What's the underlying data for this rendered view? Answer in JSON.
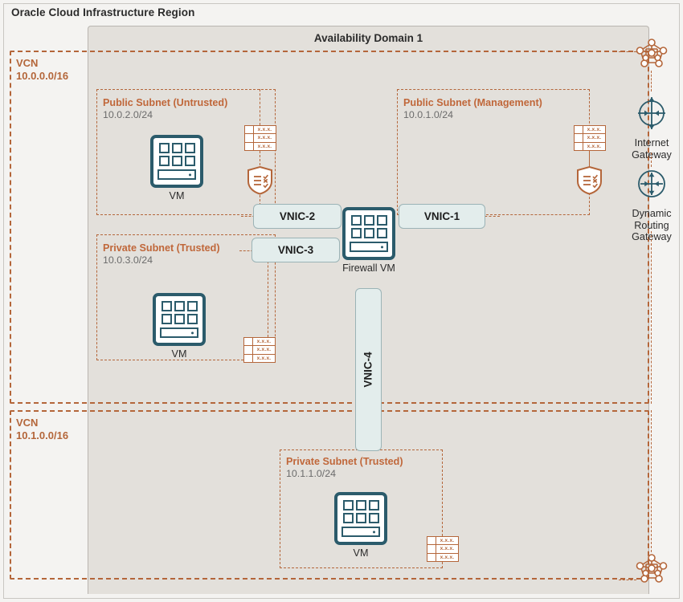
{
  "region": {
    "title": "Oracle Cloud Infrastructure Region"
  },
  "availability_domain": {
    "title": "Availability Domain 1"
  },
  "colors": {
    "accent_orange": "#b4663a",
    "subnet_title": "#c0673a",
    "teal": "#2b5b6b",
    "vnic_fill": "#e3edec",
    "ad_fill": "#e3e0db",
    "region_fill": "#f4f3f1"
  },
  "vcns": [
    {
      "name": "VCN",
      "cidr": "10.0.0.0/16"
    },
    {
      "name": "VCN",
      "cidr": "10.1.0.0/16"
    }
  ],
  "subnets": [
    {
      "name": "Public Subnet (Untrusted)",
      "cidr": "10.0.2.0/24",
      "vm_label": "VM"
    },
    {
      "name": "Public Subnet (Management)",
      "cidr": "10.0.1.0/24",
      "vm_label": null
    },
    {
      "name": "Private Subnet (Trusted)",
      "cidr": "10.0.3.0/24",
      "vm_label": "VM"
    },
    {
      "name": "Private Subnet (Trusted)",
      "cidr": "10.1.1.0/24",
      "vm_label": "VM"
    }
  ],
  "vnics": [
    {
      "label": "VNIC-1"
    },
    {
      "label": "VNIC-2"
    },
    {
      "label": "VNIC-3"
    },
    {
      "label": "VNIC-4"
    }
  ],
  "firewall": {
    "label": "Firewall VM"
  },
  "route_tables": [
    {
      "rows": [
        "x.x.x.",
        "x.x.x.",
        "x.x.x."
      ]
    },
    {
      "rows": [
        "x.x.x.",
        "x.x.x.",
        "x.x.x."
      ]
    },
    {
      "rows": [
        "x.x.x.",
        "x.x.x.",
        "x.x.x."
      ]
    },
    {
      "rows": [
        "x.x.x.",
        "x.x.x.",
        "x.x.x."
      ]
    }
  ],
  "gateways": [
    {
      "label": "Internet\nGateway",
      "line1": "Internet",
      "line2": "Gateway",
      "icon": "internet-gateway-icon"
    },
    {
      "label": "Dynamic Routing Gateway",
      "line1": "Dynamic",
      "line2": "Routing",
      "line3": "Gateway",
      "icon": "dynamic-routing-gateway-icon"
    }
  ],
  "icons": {
    "network_mesh": "network-mesh-icon",
    "security_list": "security-list-shield-icon",
    "route_table": "route-table-icon",
    "vm": "vm-icon"
  }
}
